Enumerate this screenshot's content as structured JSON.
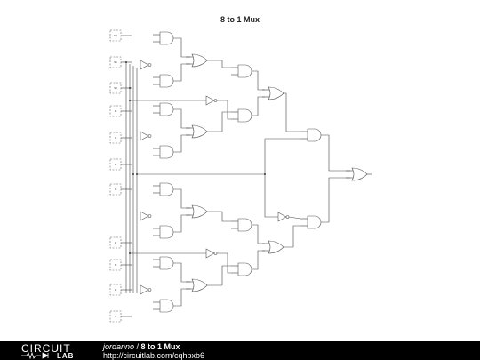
{
  "title": "8 to 1 Mux",
  "inputs": [
    "S2",
    "S1",
    "S0",
    "I0",
    "I1",
    "I2",
    "I3",
    "I4",
    "I5",
    "I6",
    "I7"
  ],
  "footer": {
    "logo_top": "CIRCUIT",
    "logo_bottom": "LAB",
    "author": "jordanno",
    "separator": " / ",
    "design_name": "8 to 1 Mux",
    "url": "http://circuitlab.com/cqhpxb6"
  }
}
